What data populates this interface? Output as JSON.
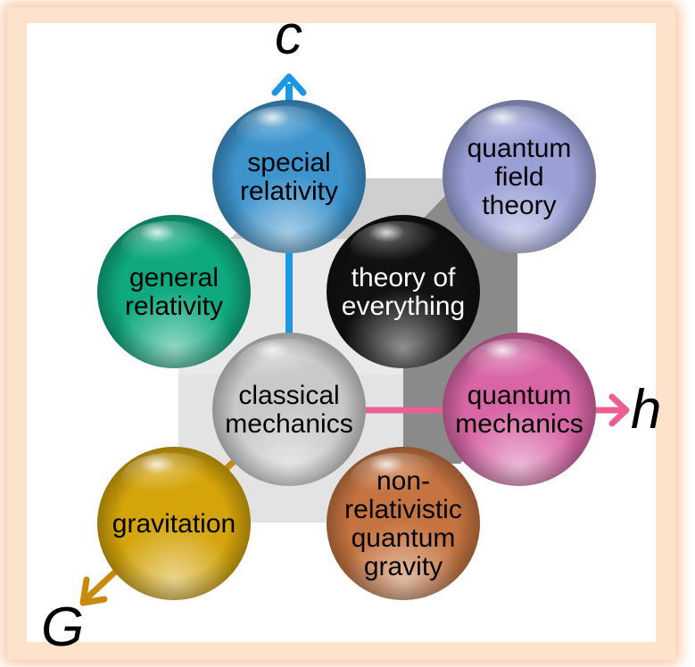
{
  "axes": {
    "c": {
      "label": "c",
      "color": "#1a98e6"
    },
    "h": {
      "label": "h",
      "color": "#ec5f95"
    },
    "G": {
      "label": "G",
      "color": "#c98a0b"
    }
  },
  "spheres": [
    {
      "id": "special-relativity",
      "lines": [
        "special",
        "relativity"
      ],
      "color": "#3d93cc",
      "text_color": "#000000"
    },
    {
      "id": "quantum-field-theory",
      "lines": [
        "quantum",
        "field",
        "theory"
      ],
      "color": "#9aa0d6",
      "text_color": "#000000"
    },
    {
      "id": "general-relativity",
      "lines": [
        "general",
        "relativity"
      ],
      "color": "#0fa97f",
      "text_color": "#000000"
    },
    {
      "id": "theory-of-everything",
      "lines": [
        "theory of",
        "everything"
      ],
      "color": "#111111",
      "text_color": "#ffffff"
    },
    {
      "id": "classical-mechanics",
      "lines": [
        "classical",
        "mechanics"
      ],
      "color": "#c9c9c9",
      "text_color": "#000000"
    },
    {
      "id": "quantum-mechanics",
      "lines": [
        "quantum",
        "mechanics"
      ],
      "color": "#d866a6",
      "text_color": "#000000"
    },
    {
      "id": "gravitation",
      "lines": [
        "gravitation"
      ],
      "color": "#d4a40a",
      "text_color": "#000000"
    },
    {
      "id": "non-relativistic-quantum-gravity",
      "lines": [
        "non-",
        "relativistic",
        "quantum",
        "gravity"
      ],
      "color": "#c57340",
      "text_color": "#000000"
    }
  ]
}
